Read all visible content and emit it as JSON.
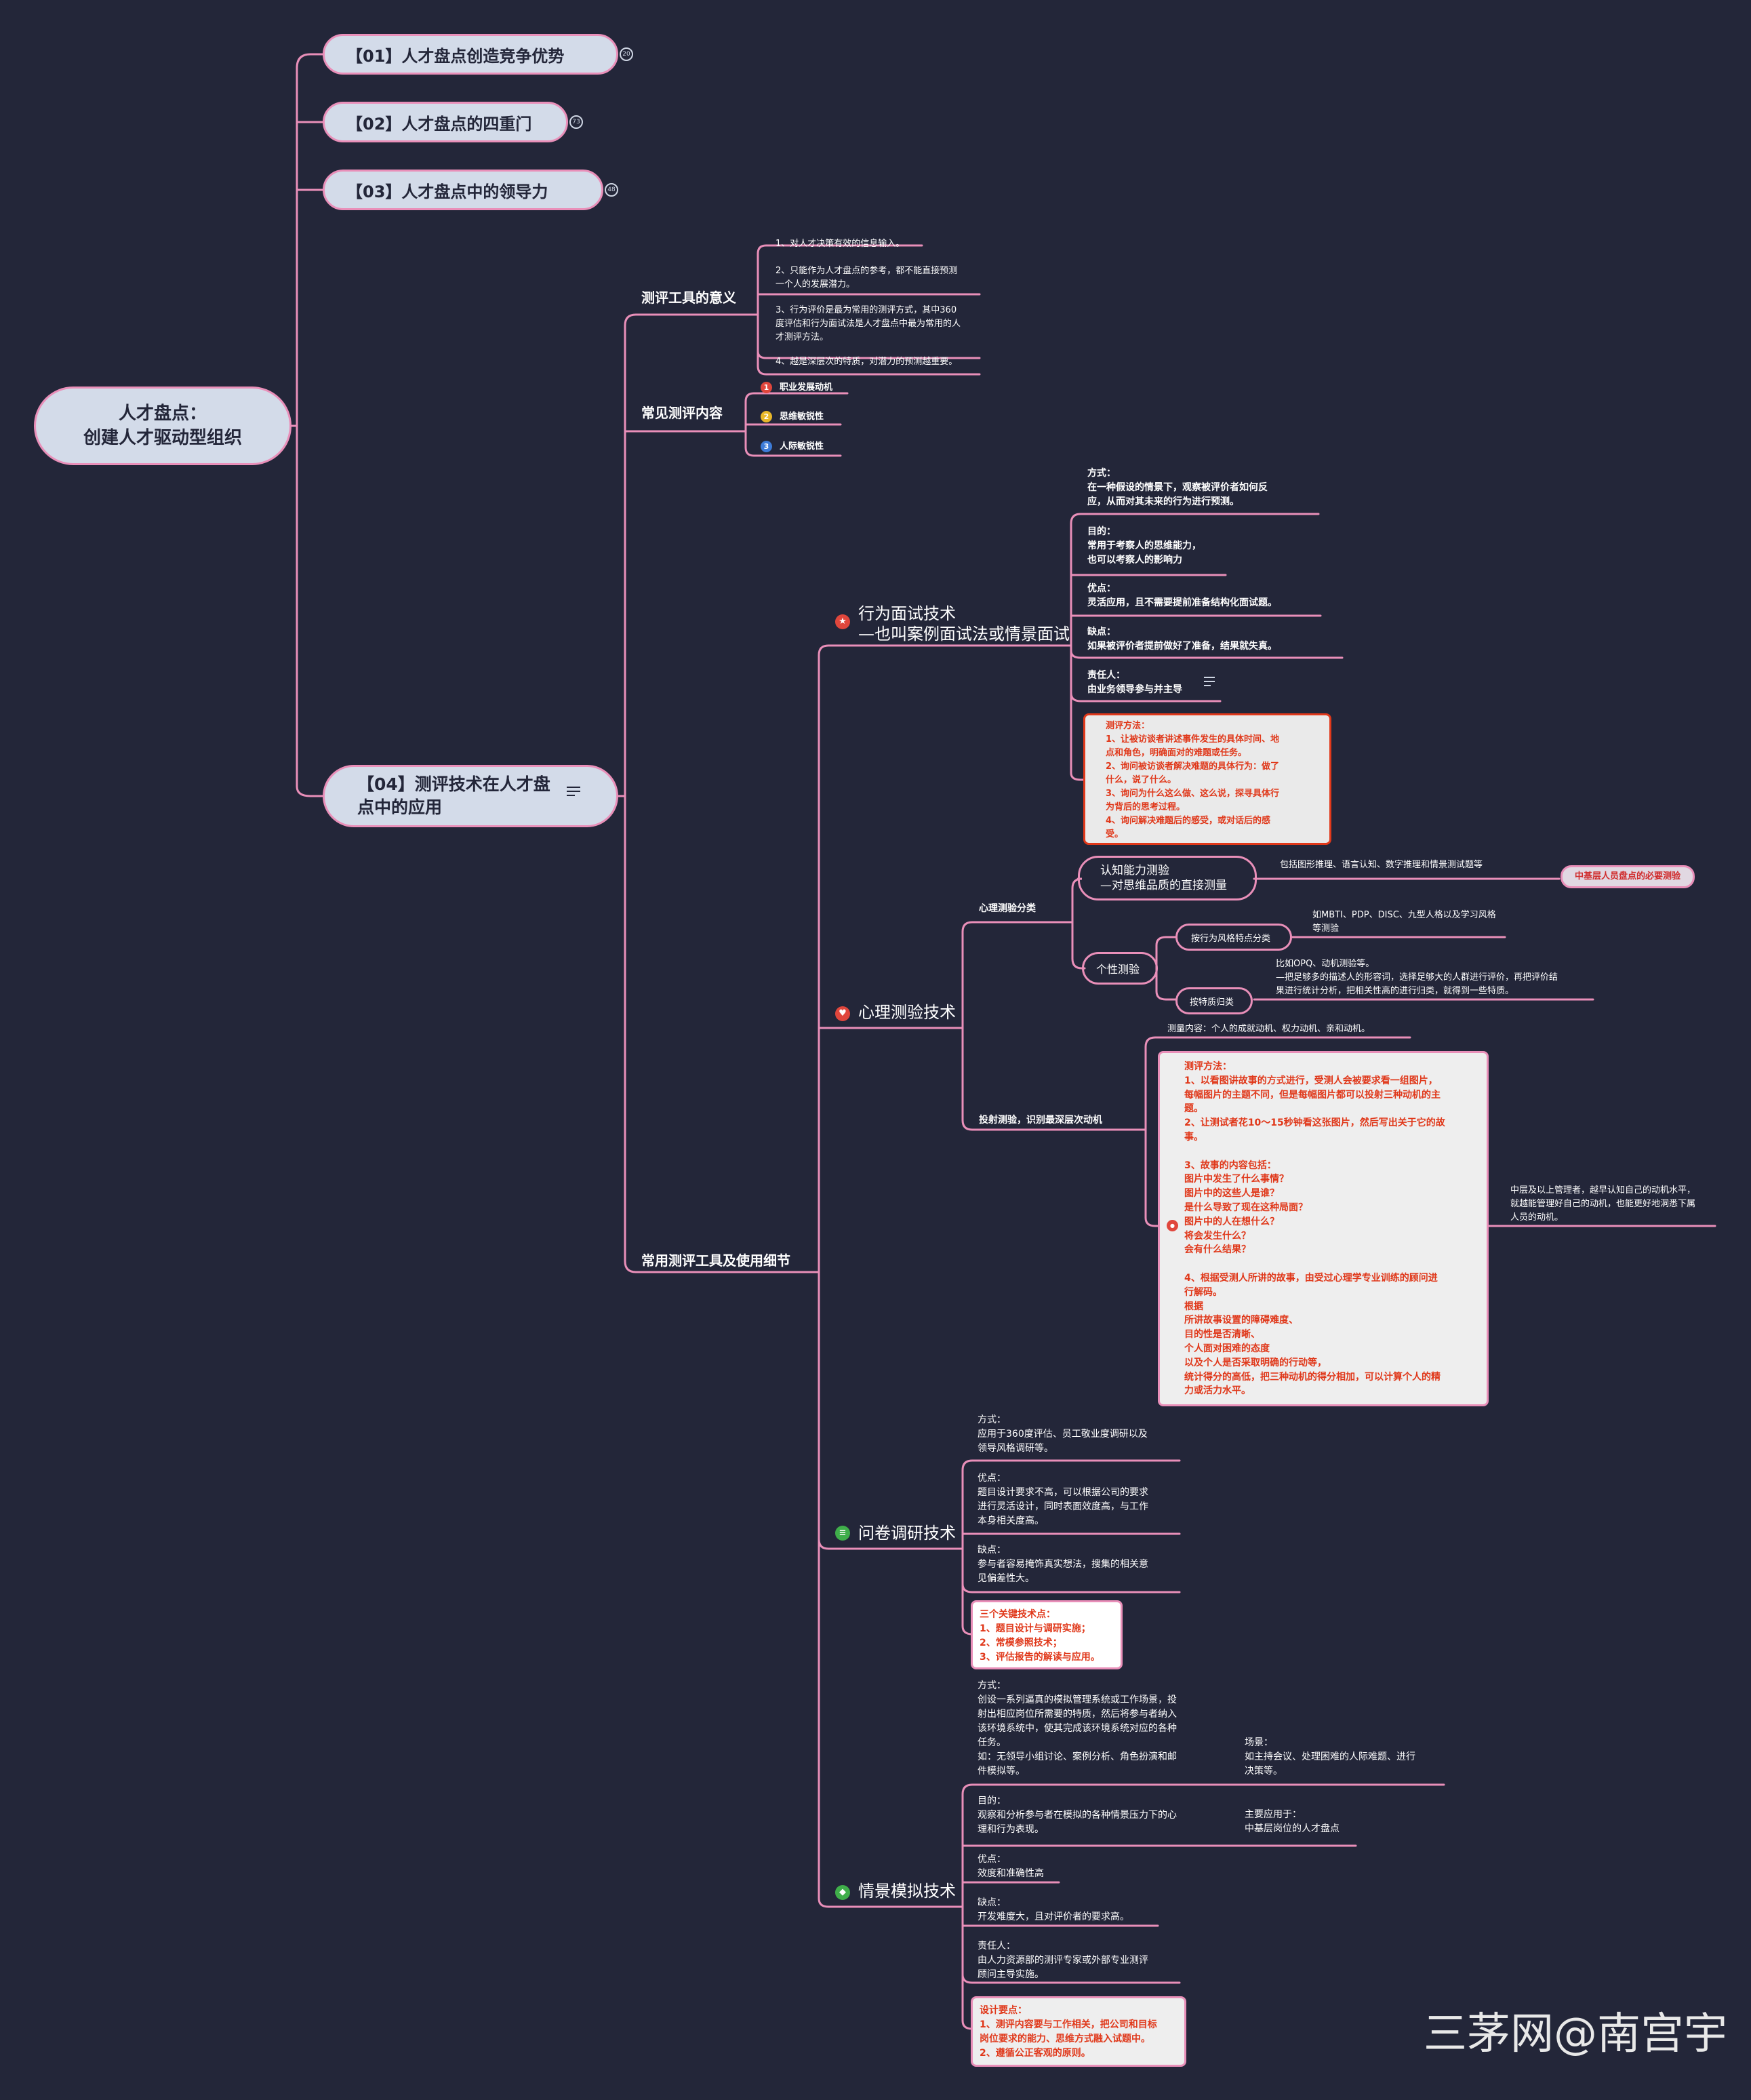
{
  "root": {
    "title_line1": "人才盘点：",
    "title_line2": "创建人才驱动型组织"
  },
  "topics": [
    {
      "label": "【01】人才盘点创造竞争优势",
      "badge": "20"
    },
    {
      "label": "【02】人才盘点的四重门",
      "badge": "73"
    },
    {
      "label": "【03】人才盘点中的领导力",
      "badge": "48"
    }
  ],
  "topic04": {
    "line1": "【04】测评技术在人才盘",
    "line2": "点中的应用",
    "note_icon": "note-icon"
  },
  "significance": {
    "heading": "测评工具的意义",
    "items": [
      "1、对人才决策有效的信息输入。",
      "2、只能作为人才盘点的参考，都不能直接预测\n一个人的发展潜力。",
      "3、行为评价是最为常用的测评方式，其中360\n度评估和行为面试法是人才盘点中最为常用的人\n才测评方法。",
      "4、越是深层次的特质，对潜力的预测越重要。"
    ]
  },
  "common_content": {
    "heading": "常见测评内容",
    "items": [
      {
        "label": "职业发展动机",
        "num": "1",
        "color": "#e0463c"
      },
      {
        "label": "思维敏锐性",
        "num": "2",
        "color": "#e8b72a"
      },
      {
        "label": "人际敏锐性",
        "num": "3",
        "color": "#3d7bd8"
      }
    ]
  },
  "tools": {
    "heading": "常用测评工具及使用细节",
    "behavior": {
      "title_line1": "行为面试技术",
      "title_line2": "—也叫案例面试法或情景面试",
      "notes": [
        "方式：\n在一种假设的情景下，观察被评价者如何反\n应，从而对其未来的行为进行预测。",
        "目的：\n常用于考察人的思维能力，\n也可以考察人的影响力",
        "优点：\n灵活应用，且不需要提前准备结构化面试题。",
        "缺点：\n如果被评价者提前做好了准备，结果就失真。",
        "责任人：\n由业务领导参与并主导"
      ],
      "method": "测评方法：\n1、让被访谈者讲述事件发生的具体时间、地\n点和角色，明确面对的难题或任务。\n2、询问被访谈者解决难题的具体行为：做了\n什么，说了什么。\n3、询问为什么这么做、这么说，探寻具体行\n为背后的思考过程。\n4、询问解决难题后的感受，或对话后的感\n受。"
    },
    "psych": {
      "title": "心理测验技术",
      "classification": "心理测验分类",
      "cognitive_line1": "认知能力测验",
      "cognitive_line2": "—对思维品质的直接测量",
      "cognitive_desc": "包括图形推理、语言认知、数字推理和情景测试题等",
      "cognitive_tag": "中基层人员盘点的必要测验",
      "personality": "个性测验",
      "by_style": "按行为风格特点分类",
      "by_style_desc": "如MBTI、PDP、DISC、九型人格以及学习风格\n等测验",
      "by_trait": "按特质归类",
      "by_trait_desc": "比如OPQ、动机测验等。\n—把足够多的描述人的形容词，选择足够大的人群进行评价，再把评价结\n果进行统计分析，把相关性高的进行归类，就得到一些特质。",
      "projective": "投射测验，识别最深层次动机",
      "projective_content": "测量内容：个人的成就动机、权力动机、亲和动机。",
      "projective_method": "测评方法：\n1、以看图讲故事的方式进行，受测人会被要求看一组图片，\n每幅图片的主题不同，但是每幅图片都可以投射三种动机的主\n题。\n2、让测试者花10～15秒钟看这张图片，然后写出关于它的故\n事。\n\n3、故事的内容包括：\n图片中发生了什么事情？\n图片中的这些人是谁？\n是什么导致了现在这种局面？\n图片中的人在想什么？\n将会发生什么？\n会有什么结果？\n\n4、根据受测人所讲的故事，由受过心理学专业训练的顾问进\n行解码。\n根据\n所讲故事设置的障碍难度、\n目的性是否清晰、\n个人面对困难的态度\n以及个人是否采取明确的行动等，\n统计得分的高低，把三种动机的得分相加，可以计算个人的精\n力或活力水平。",
      "projective_side": "中层及以上管理者，越早认知自己的动机水平，\n就越能管理好自己的动机，也能更好地洞悉下属\n人员的动机。"
    },
    "survey": {
      "title": "问卷调研技术",
      "notes": [
        "方式：\n应用于360度评估、员工敬业度调研以及\n领导风格调研等。",
        "优点：\n题目设计要求不高，可以根据公司的要求\n进行灵活设计，同时表面效度高，与工作\n本身相关度高。",
        "缺点：\n参与者容易掩饰真实想法，搜集的相关意\n见偏差性大。"
      ],
      "key": "三个关键技术点：\n1、题目设计与调研实施；\n2、常模参照技术；\n3、评估报告的解读与应用。"
    },
    "simulation": {
      "title": "情景模拟技术",
      "method": "方式：\n创设一系列逼真的模拟管理系统或工作场景，投\n射出相应岗位所需要的特质，然后将参与者纳入\n该环境系统中，使其完成该环境系统对应的各种\n任务。\n如：无领导小组讨论、案例分析、角色扮演和邮\n件模拟等。",
      "scene": "场景：\n如主持会议、处理困难的人际难题、进行\n决策等。",
      "purpose": "目的：\n观察和分析参与者在模拟的各种情景压力下的心\n理和行为表现。",
      "main_use": "主要应用于：\n中基层岗位的人才盘点",
      "pro": "优点：\n效度和准确性高",
      "con": "缺点：\n开发难度大，且对评价者的要求高。",
      "owner": "责任人：\n由人力资源部的测评专家或外部专业测评\n顾问主导实施。",
      "design": "设计要点：\n1、测评内容要与工作相关，把公司和目标\n岗位要求的能力、思维方式融入试题中。\n2、遵循公正客观的原则。"
    }
  },
  "watermark": "三茅网@南宫宇",
  "colors": {
    "background": "#232639",
    "line": "#e98fb9",
    "pill": "#d3dbe9",
    "red_text": "#e0381a"
  }
}
